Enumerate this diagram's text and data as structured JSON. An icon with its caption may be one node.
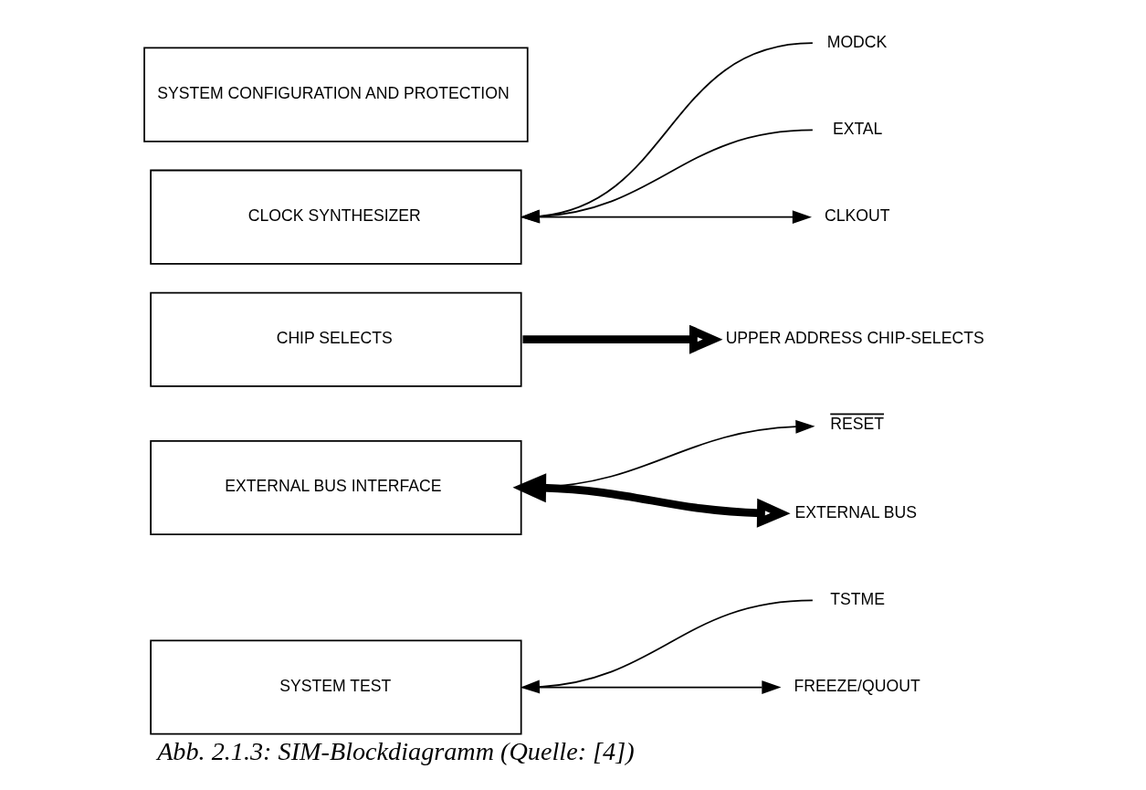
{
  "diagram": {
    "caption": "Abb. 2.1.3: SIM-Blockdiagramm (Quelle: [4])",
    "nodes": [
      {
        "text": [
          "SYSTEM CONFIGURATION AND PROTECTION"
        ]
      },
      {
        "text": [
          "CLOCK SYNTHESIZER"
        ]
      },
      {
        "text": [
          "CHIP SELECTS"
        ]
      },
      {
        "text": [
          "EXTERNAL BUS INTERFACE"
        ]
      },
      {
        "text": [
          "SYSTEM TEST"
        ]
      },
      {
        "text": [
          "CLKOUT"
        ]
      },
      {
        "text": [
          "EXTAL"
        ]
      },
      {
        "text": [
          "MODCK"
        ]
      },
      {
        "text": [
          "UPPER ADDRESS CHIP-SELECTS"
        ]
      },
      {
        "text": [
          "EXTERNAL BUS"
        ]
      },
      {
        "text": [
          "RESET"
        ]
      },
      {
        "text": [
          "TSTME"
        ]
      },
      {
        "text": [
          "FREEZE/QUOUT"
        ]
      }
    ],
    "edges": [
      {
        "from": 1,
        "to": 5,
        "arrow": "to"
      },
      {
        "from": 6,
        "to": 1,
        "arrow": "to"
      },
      {
        "from": 7,
        "to": 1,
        "arrow": "to"
      },
      {
        "from": 2,
        "to": 8,
        "arrow": "to",
        "style": "thick"
      },
      {
        "from": 3,
        "to": 9,
        "arrow": "both",
        "style": "thick"
      },
      {
        "from": 3,
        "to": 10,
        "arrow": "both"
      },
      {
        "from": 11,
        "to": 4,
        "arrow": "to"
      },
      {
        "from": 4,
        "to": 12,
        "arrow": "to"
      }
    ]
  }
}
